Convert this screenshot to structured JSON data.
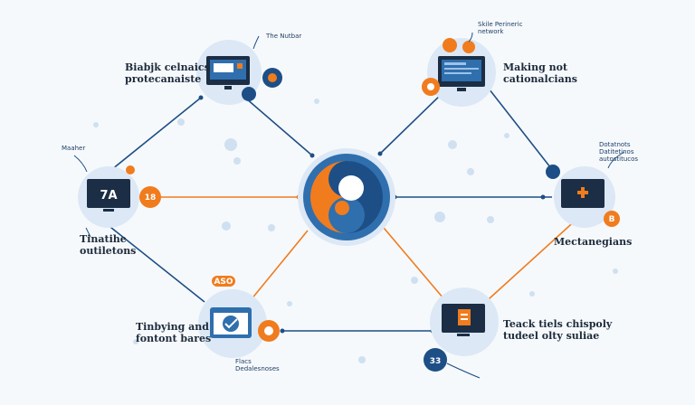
{
  "colors": {
    "blue": "#2f6fae",
    "dark_blue": "#1d4f86",
    "orange": "#f07c1e",
    "node_fill": "#dce8f5",
    "screen": "#1b2e45"
  },
  "hub": {
    "icon": "yin-yang-logo-icon"
  },
  "nodes": {
    "top_left": {
      "label": "Biabjk celnaics\nprotecanaiste",
      "tag": "The Nutbar",
      "icon": "monitor-icon"
    },
    "top_right": {
      "label": "Making not\ncationalcians",
      "tag": "Skile Perineric\nnetwork",
      "icon": "monitor-icon"
    },
    "left": {
      "label": "Tinatihe\noutiletons",
      "tag": "Maaher",
      "badge": "18",
      "icon": "monitor-icon"
    },
    "right": {
      "label": "Mectanegians",
      "tag": "Dotatnots\nDatitetinos\nautostitucos",
      "badge": "B",
      "icon": "monitor-icon"
    },
    "bottom_left": {
      "label": "Tinbying and\nfontont bares",
      "tag": "Flacs\nDedalesnoses",
      "badge": "ASO",
      "icon": "chart-window-icon"
    },
    "bottom_right": {
      "label": "Teack tiels chispoly\ntudeel olty suliae",
      "badge": "33",
      "icon": "document-icon"
    }
  }
}
